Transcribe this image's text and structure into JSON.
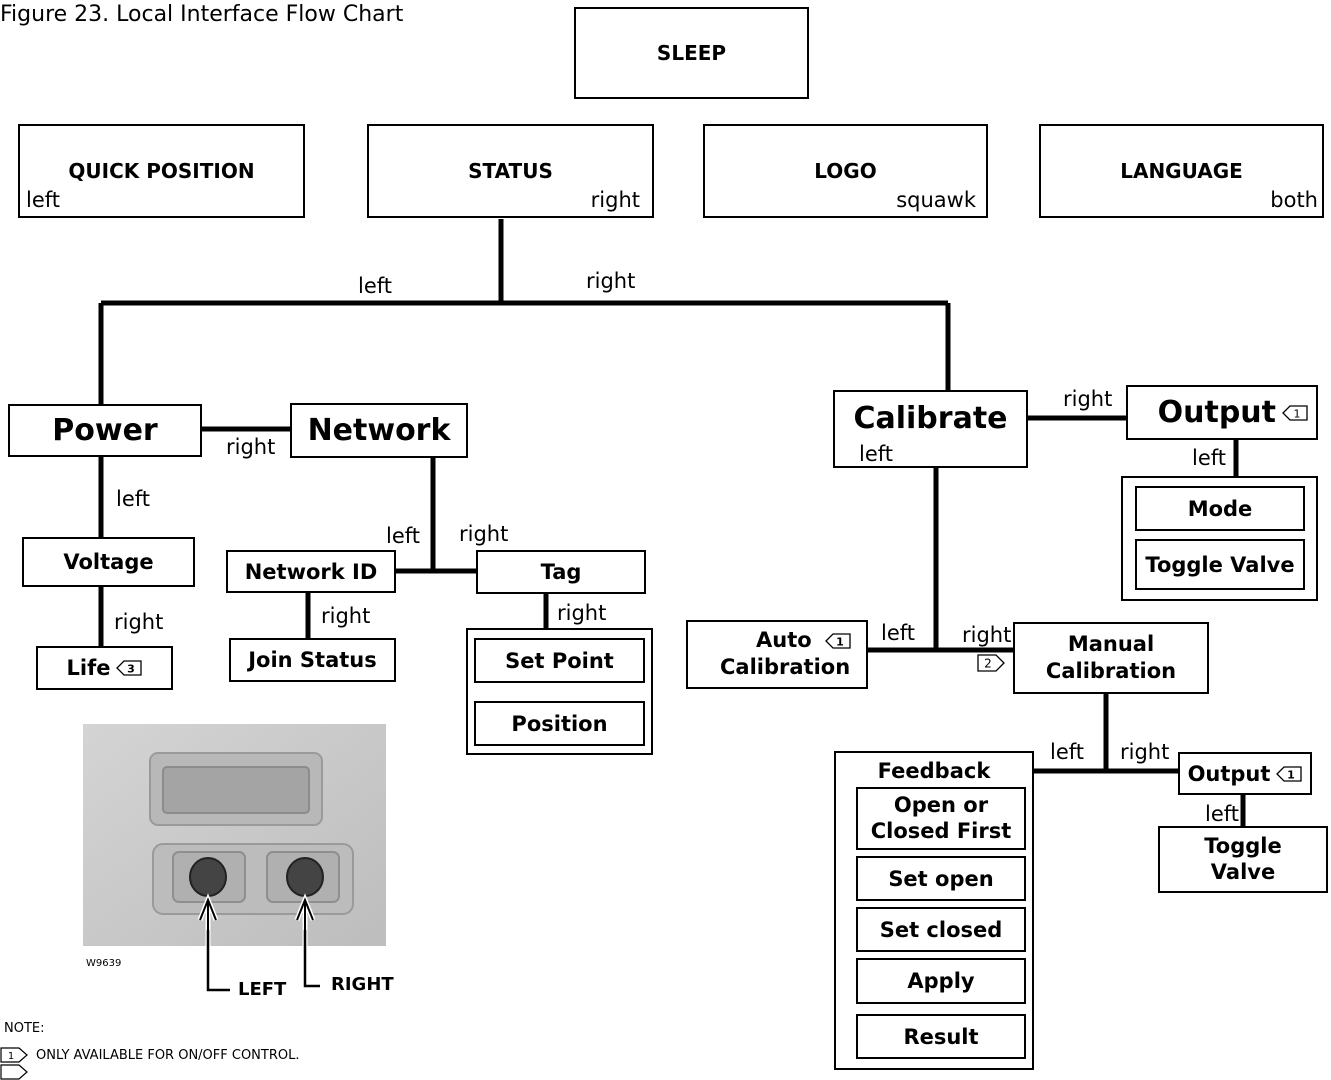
{
  "figure_title": "Figure 23. Local Interface Flow Chart",
  "boxes": {
    "sleep": "SLEEP",
    "quick_position": "QUICK POSITION",
    "quick_position_tag": "left",
    "status": "STATUS",
    "status_tag": "right",
    "logo": "LOGO",
    "logo_tag": "squawk",
    "language": "LANGUAGE",
    "language_tag": "both",
    "power": "Power",
    "network": "Network",
    "calibrate": "Calibrate",
    "calibrate_tag": "left",
    "output_top": "Output",
    "mode": "Mode",
    "toggle_valve_top": "Toggle Valve",
    "voltage": "Voltage",
    "life": "Life",
    "network_id": "Network ID",
    "join_status": "Join Status",
    "tag": "Tag",
    "set_point": "Set Point",
    "position": "Position",
    "auto_calibration_1": "Auto",
    "auto_calibration_2": "Calibration",
    "manual_calibration_1": "Manual",
    "manual_calibration_2": "Calibration",
    "feedback": "Feedback",
    "open_closed_1": "Open or",
    "open_closed_2": "Closed First",
    "set_open": "Set open",
    "set_closed": "Set closed",
    "apply": "Apply",
    "result": "Result",
    "output_bottom": "Output",
    "toggle_valve_bottom_1": "Toggle",
    "toggle_valve_bottom_2": "Valve"
  },
  "edge_labels": {
    "status_left": "left",
    "status_right": "right",
    "power_right": "right",
    "power_left": "left",
    "voltage_right": "right",
    "network_left": "left",
    "network_right": "right",
    "network_id_right": "right",
    "tag_right": "right",
    "calibrate_right": "right",
    "output_left": "left",
    "calibrate_sub_left": "left",
    "calibrate_sub_right": "right",
    "manual_left": "left",
    "manual_right": "right",
    "output_bottom_left": "left"
  },
  "note_markers": {
    "one": "1",
    "two": "2",
    "three": "3"
  },
  "photo": {
    "code": "W9639",
    "left_label": "LEFT",
    "right_label": "RIGHT"
  },
  "notes": {
    "heading": "NOTE:",
    "note1": "ONLY AVAILABLE FOR ON/OFF CONTROL."
  }
}
